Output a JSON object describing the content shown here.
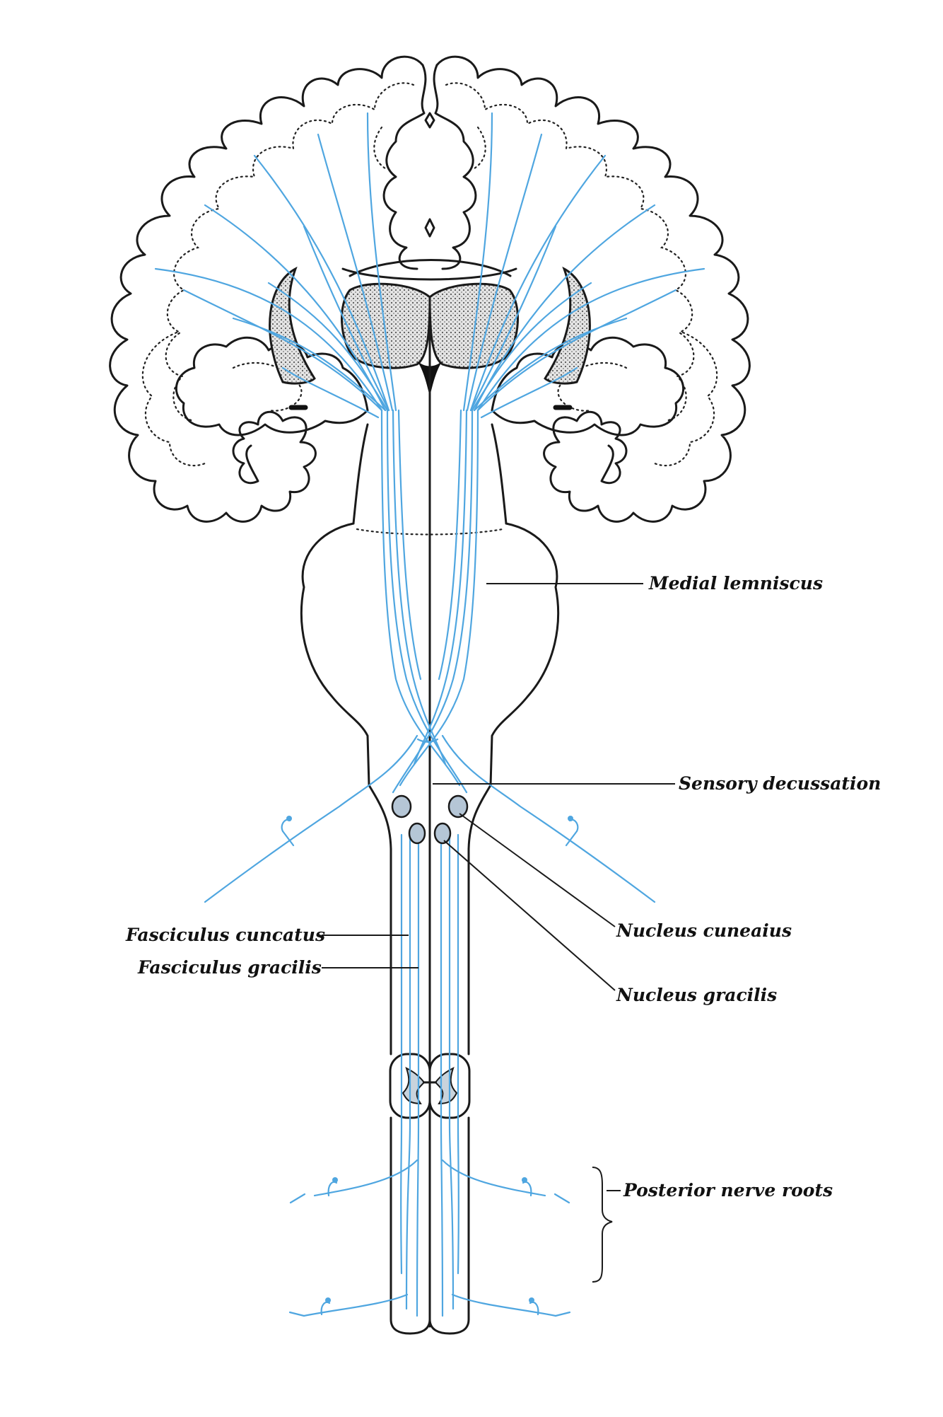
{
  "labels": {
    "medial_lemniscus": "Medial lemniscus",
    "sensory_decussation": "Sensory decussation",
    "fasciculus_cuneatus": "Fasciculus cuncatus",
    "fasciculus_gracilis": "Fasciculus gracilis",
    "nucleus_cuneatus": "Nucleus cuneaius",
    "nucleus_gracilis": "Nucleus gracilis",
    "posterior_nerve_roots": "Posterior nerve roots"
  },
  "colors": {
    "fibers": "#4fa6e0",
    "outline": "#1a1a1a",
    "background": "#ffffff",
    "stipple": "#d8d8d8"
  }
}
